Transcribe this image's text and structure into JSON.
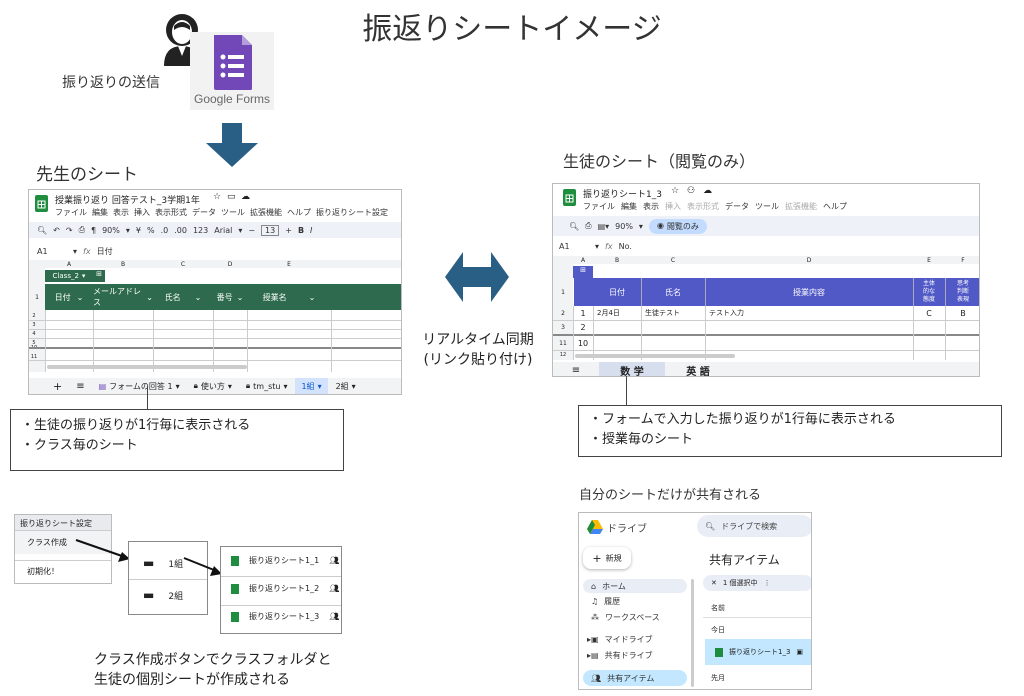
{
  "title": "振返りシートイメージ",
  "send_label": "振り返りの送信",
  "forms_logo_text": "Google Forms",
  "teacher_label": "先生のシート",
  "student_label": "生徒のシート（閲覧のみ）",
  "sync_label": {
    "line1": "リアルタイム同期",
    "line2": "(リンク貼り付け)"
  },
  "teacher_sheet": {
    "doc_title": "授業振り返り 回答テスト_3学期1年",
    "menus": [
      "ファイル",
      "編集",
      "表示",
      "挿入",
      "表示形式",
      "データ",
      "ツール",
      "拡張機能",
      "ヘルプ",
      "振り返りシート設定"
    ],
    "zoom": "90%",
    "font": "Arial",
    "font_size": "13",
    "cell_ref": "A1",
    "formula": "日付",
    "col_letters": [
      "A",
      "B",
      "C",
      "D",
      "E"
    ],
    "filter_chip": "Class_2",
    "headers": [
      "日付",
      "メールアドレス",
      "氏名",
      "番号",
      "授業名"
    ],
    "row_numbers": [
      "1",
      "2",
      "3",
      "4",
      "5",
      "10",
      "11"
    ],
    "tabs": [
      "フォームの回答 1",
      "使い方",
      "tm_stu",
      "1組",
      "2組"
    ]
  },
  "student_sheet": {
    "doc_title": "振り返りシート1_3",
    "menus": [
      "ファイル",
      "編集",
      "表示",
      "挿入",
      "表示形式",
      "データ",
      "ツール",
      "拡張機能",
      "ヘルプ"
    ],
    "zoom": "90%",
    "view_only": "閲覧のみ",
    "cell_ref": "A1",
    "formula": "No.",
    "col_letters": [
      "A",
      "B",
      "C",
      "D",
      "E",
      "F"
    ],
    "headers": [
      "日付",
      "氏名",
      "授業内容",
      "主体的な態度",
      "思考判断表現"
    ],
    "row_numbers": [
      "1",
      "2",
      "3",
      "11",
      "12"
    ],
    "row2": {
      "no": "1",
      "date": "2月4日",
      "name": "生徒テスト",
      "content": "テスト入力",
      "e": "C",
      "f": "B"
    },
    "row3_no": "2",
    "row11_no": "10",
    "tabs": [
      "数 学",
      "英 語"
    ]
  },
  "teacher_note": [
    "・生徒の振り返りが1行毎に表示される",
    "・クラス毎のシート"
  ],
  "student_note": [
    "・フォームで入力した振り返りが1行毎に表示される",
    "・授業毎のシート"
  ],
  "menu_box": {
    "header": "振り返りシート設定",
    "items": [
      "クラス作成",
      "初期化！"
    ]
  },
  "folders": [
    "1組",
    "2組"
  ],
  "files": [
    "振り返りシート1_1",
    "振り返りシート1_2",
    "振り返りシート1_3"
  ],
  "bottom_caption": [
    "クラス作成ボタンでクラスフォルダと",
    "生徒の個別シートが作成される"
  ],
  "shared_label": "自分のシートだけが共有される",
  "drive": {
    "app_name": "ドライブ",
    "search_placeholder": "ドライブで検索",
    "new_button": "新規",
    "nav": [
      "ホーム",
      "履歴",
      "ワークスペース",
      "マイドライブ",
      "共有ドライブ",
      "共有アイテム"
    ],
    "heading": "共有アイテム",
    "selection": "1 個選択中",
    "col_name": "名前",
    "today": "今日",
    "file": "振り返りシート1_3",
    "last_month": "先月"
  },
  "colors": {
    "arrow": "#2a5f85",
    "teacher_header": "#2e6b4e",
    "student_header": "#5159c6",
    "sheets_green": "#1e8e3e",
    "forms_purple": "#7248b9"
  }
}
